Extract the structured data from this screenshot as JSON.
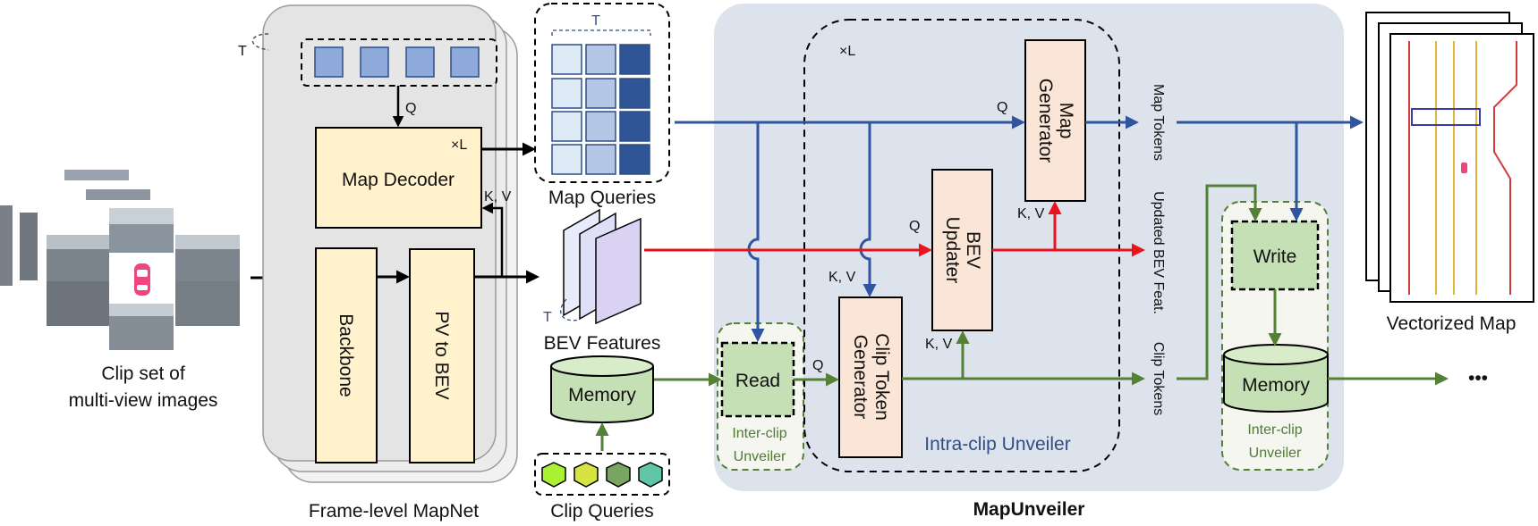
{
  "labels": {
    "clip_set_line1": "Clip set of",
    "clip_set_line2": "multi-view images",
    "t_frames": "T",
    "t_queries": "T",
    "t_bev": "T",
    "q_decoder": "Q",
    "kv_decoder": "K, V",
    "xl_decoder": "×L",
    "xl_intra": "×L",
    "map_decoder": "Map Decoder",
    "backbone": "Backbone",
    "pv_to_bev": "PV to BEV",
    "frame_level_mapnet": "Frame-level MapNet",
    "map_queries": "Map Queries",
    "bev_features": "BEV Features",
    "memory_left": "Memory",
    "clip_queries": "Clip Queries",
    "read": "Read",
    "inter_clip_left_1": "Inter-clip",
    "inter_clip_left_2": "Unveiler",
    "q_read": "Q",
    "kv_clip": "K, V",
    "clip_token_generator_1": "Clip Token",
    "clip_token_generator_2": "Generator",
    "q_bev": "Q",
    "kv_bev": "K, V",
    "bev_updater_1": "BEV",
    "bev_updater_2": "Updater",
    "q_map": "Q",
    "kv_map": "K, V",
    "map_generator_1": "Map",
    "map_generator_2": "Generator",
    "intra_clip_unveiler": "Intra-clip Unveiler",
    "map_tokens": "Map Tokens",
    "updated_bev_feat": "Updated BEV Feat.",
    "clip_tokens": "Clip Tokens",
    "write": "Write",
    "memory_right": "Memory",
    "inter_clip_right_1": "Inter-clip",
    "inter_clip_right_2": "Unveiler",
    "vectorized_map": "Vectorized Map",
    "ellipsis": "•••",
    "mapunveiler": "MapUnveiler"
  },
  "colors": {
    "blue_flow": "#2f55a0",
    "red_flow": "#e8131b",
    "green_flow": "#538135",
    "yellow_box": "#fff2cc",
    "peach_box": "#fbe5d6",
    "green_box": "#c5e0b4",
    "panel_bg": "#dde3ec",
    "query_blue": "#8eaadb"
  },
  "icons": [
    "car-icon",
    "camera-image-icon",
    "cylinder-icon",
    "hexagon-icon"
  ]
}
